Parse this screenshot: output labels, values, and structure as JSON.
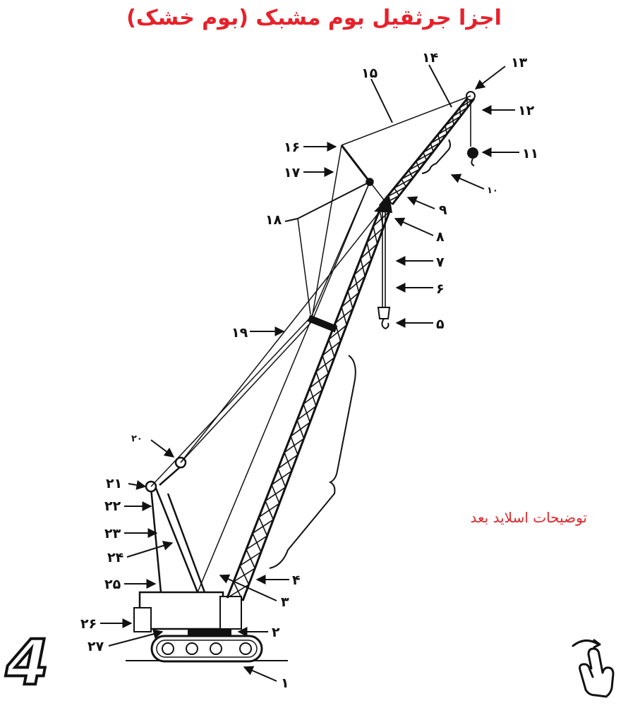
{
  "title": "اجزا جرثقیل بوم مشبک (بوم خشک)",
  "caption": "توضیحات اسلاید  بعد",
  "slide_number": "4",
  "labels": [
    "۱",
    "۲",
    "۳",
    "۴",
    "۵",
    "۶",
    "۷",
    "۸",
    "۹",
    "۱۰",
    "۱۱",
    "۱۲",
    "۱۳",
    "۱۴",
    "۱۵",
    "۱۶",
    "۱۷",
    "۱۸",
    "۱۹",
    "۲۰",
    "۲۱",
    "۲۲",
    "۲۳",
    "۲۴",
    "۲۵",
    "۲۶",
    "۲۷"
  ],
  "colors": {
    "title": "#e8202a",
    "caption": "#e0262b",
    "line": "#111111"
  },
  "icons": {
    "next": "swipe-hand-icon"
  }
}
